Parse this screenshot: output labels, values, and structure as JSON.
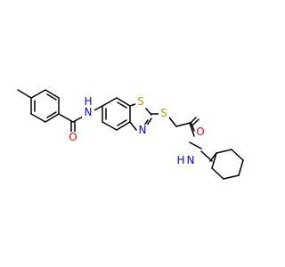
{
  "molecule": {
    "atom_labels": {
      "amide_n_aryl": "N",
      "amide_h_aryl": "H",
      "amide_o_aryl": "O",
      "thiazole_s": "S",
      "thiazole_n": "N",
      "thioether_s": "S",
      "amide_o_alkyl": "O",
      "amide_n_alkyl": "N",
      "amide_h_alkyl": "H"
    },
    "colors": {
      "bond": "#000000",
      "nitrogen": "#0000ff",
      "oxygen": "#ff0000",
      "sulfur": "#b2a200"
    }
  }
}
